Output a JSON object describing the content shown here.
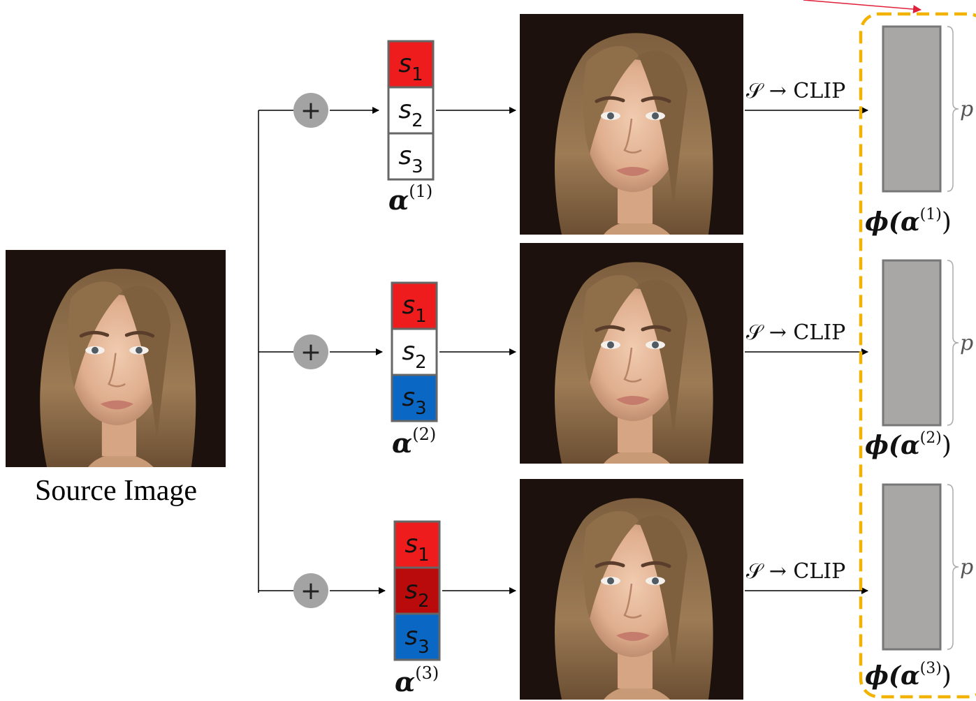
{
  "source": {
    "label": "Source Image"
  },
  "rows": [
    {
      "vector_label": "α",
      "vector_sup": "(1)",
      "cells": [
        {
          "name": "s",
          "sub": "1",
          "color": "#ee1c1c"
        },
        {
          "name": "s",
          "sub": "2",
          "color": "#ffffff"
        },
        {
          "name": "s",
          "sub": "3",
          "color": "#ffffff"
        }
      ],
      "arrow_label": "𝒮 → CLIP",
      "embedding_label_fn": "ϕ(",
      "embedding_label_arg": "α",
      "embedding_label_sup": "(1)",
      "embedding_label_close": ")",
      "brace_label": "p"
    },
    {
      "vector_label": "α",
      "vector_sup": "(2)",
      "cells": [
        {
          "name": "s",
          "sub": "1",
          "color": "#ee1c1c"
        },
        {
          "name": "s",
          "sub": "2",
          "color": "#ffffff"
        },
        {
          "name": "s",
          "sub": "3",
          "color": "#0b67c4"
        }
      ],
      "arrow_label": "𝒮 → CLIP",
      "embedding_label_fn": "ϕ(",
      "embedding_label_arg": "α",
      "embedding_label_sup": "(2)",
      "embedding_label_close": ")",
      "brace_label": "p"
    },
    {
      "vector_label": "α",
      "vector_sup": "(3)",
      "cells": [
        {
          "name": "s",
          "sub": "1",
          "color": "#ee1c1c"
        },
        {
          "name": "s",
          "sub": "2",
          "color": "#b90b0b"
        },
        {
          "name": "s",
          "sub": "3",
          "color": "#0b67c4"
        }
      ],
      "arrow_label": "𝒮 → CLIP",
      "embedding_label_fn": "ϕ(",
      "embedding_label_arg": "α",
      "embedding_label_sup": "(3)",
      "embedding_label_close": ")",
      "brace_label": "p"
    }
  ],
  "plus_symbol": "+",
  "colors": {
    "dashed_box": "#f2b300",
    "embedding_bar": "#a9a6a6",
    "plus_circle": "#a3a3a3",
    "red_arrow": "#e0203a",
    "photo_background": "#1c110c",
    "hair": "#8a6a45",
    "skin": "#e7b99a"
  }
}
